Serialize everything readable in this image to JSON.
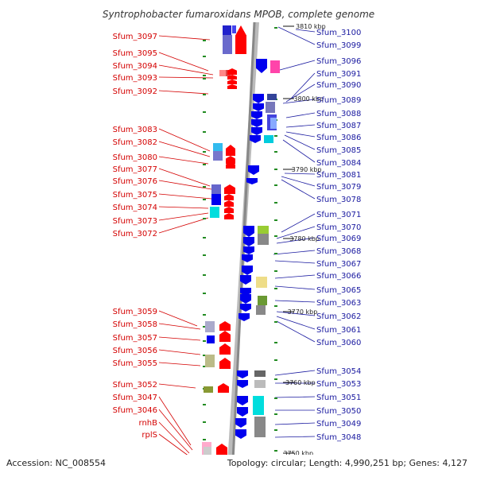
{
  "title": "Syntrophobacter fumaroxidans MPOB, complete genome",
  "accession": "Accession: NC_008554",
  "topology": "Topology: circular; Length: 4,990,251 bp; Genes: 4,127",
  "colors": {
    "left_label": "#d40000",
    "right_label": "#1a1aa0",
    "backbone": "#999999",
    "red_gene": "#ff0000",
    "blue_gene": "#0000ee",
    "tick": "#228b22"
  },
  "kbp_markers": [
    "3810 kbp",
    "3800 kbp",
    "3790 kbp",
    "3780 kbp",
    "3770 kbp",
    "3760 kbp",
    "3750 kbp"
  ],
  "left_genes": [
    "Sfum_3097",
    "Sfum_3095",
    "Sfum_3094",
    "Sfum_3093",
    "Sfum_3092",
    "Sfum_3083",
    "Sfum_3082",
    "Sfum_3080",
    "Sfum_3077",
    "Sfum_3076",
    "Sfum_3075",
    "Sfum_3074",
    "Sfum_3073",
    "Sfum_3072",
    "Sfum_3059",
    "Sfum_3058",
    "Sfum_3057",
    "Sfum_3056",
    "Sfum_3055",
    "Sfum_3052",
    "Sfum_3047",
    "Sfum_3046",
    "rnhB",
    "rplS"
  ],
  "right_genes": [
    "Sfum_3100",
    "Sfum_3099",
    "Sfum_3096",
    "Sfum_3091",
    "Sfum_3090",
    "Sfum_3089",
    "Sfum_3088",
    "Sfum_3087",
    "Sfum_3086",
    "Sfum_3085",
    "Sfum_3084",
    "Sfum_3081",
    "Sfum_3079",
    "Sfum_3078",
    "Sfum_3071",
    "Sfum_3070",
    "Sfum_3069",
    "Sfum_3068",
    "Sfum_3067",
    "Sfum_3066",
    "Sfum_3065",
    "Sfum_3063",
    "Sfum_3062",
    "Sfum_3061",
    "Sfum_3060",
    "Sfum_3054",
    "Sfum_3053",
    "Sfum_3051",
    "Sfum_3050",
    "Sfum_3049",
    "Sfum_3048"
  ]
}
